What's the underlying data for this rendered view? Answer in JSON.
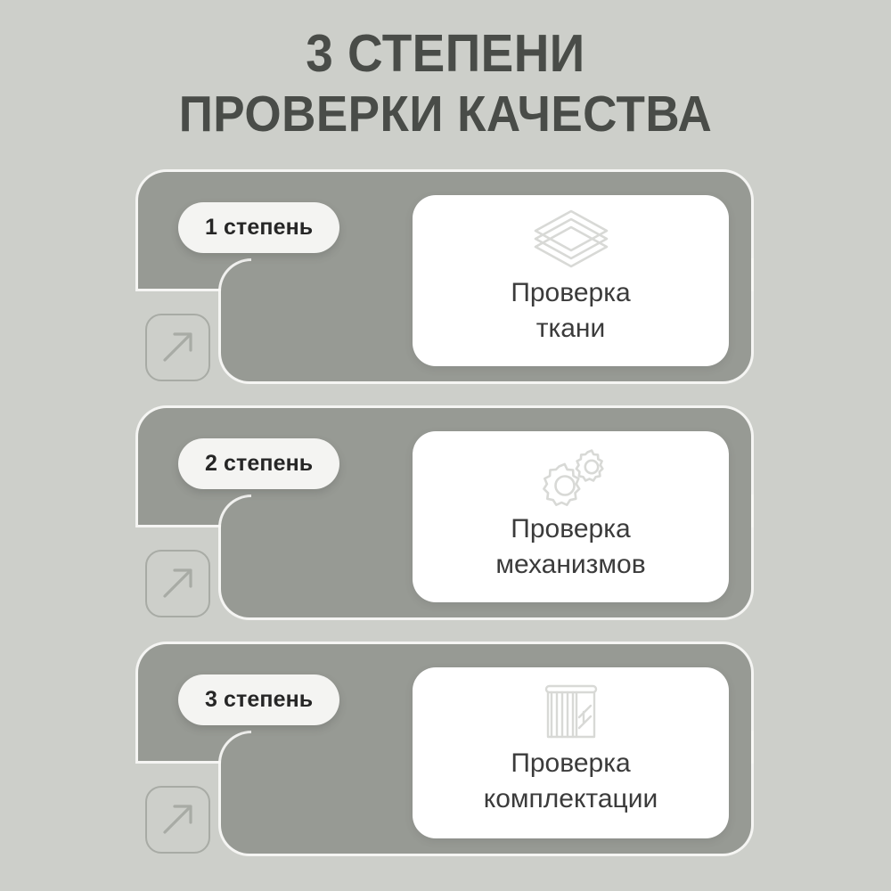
{
  "page": {
    "background_color": "#cdcfca",
    "panel_color": "#979a94",
    "card_color": "#ffffff",
    "pill_color": "#f4f4f2",
    "title_color": "#494c48",
    "icon_color": "#d8d9d6",
    "arrow_color": "#a8aba5"
  },
  "title": {
    "line1": "3 СТЕПЕНИ",
    "line2": "ПРОВЕРКИ КАЧЕСТВА"
  },
  "steps": [
    {
      "badge": "1 степень",
      "icon": "layers-icon",
      "card_line1": "Проверка",
      "card_line2": "ткани",
      "arrow": "arrow-up-right-icon"
    },
    {
      "badge": "2 степень",
      "icon": "gears-icon",
      "card_line1": "Проверка",
      "card_line2": "механизмов",
      "arrow": "arrow-up-right-icon"
    },
    {
      "badge": "3 степень",
      "icon": "curtain-icon",
      "card_line1": "Проверка",
      "card_line2": "комплектации",
      "arrow": "arrow-up-right-icon"
    }
  ]
}
